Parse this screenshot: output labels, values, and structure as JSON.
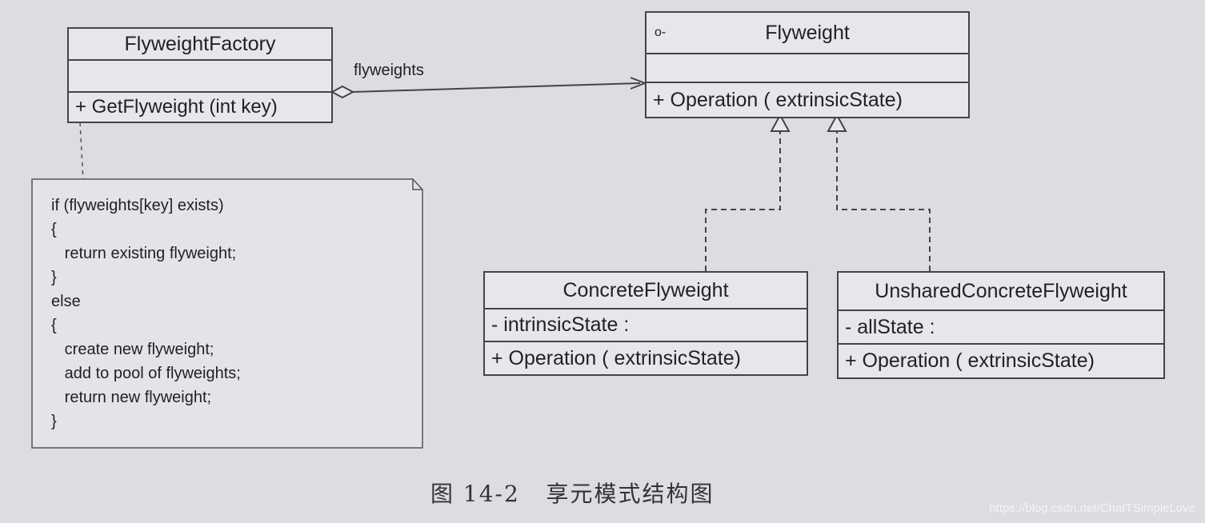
{
  "diagram": {
    "factory": {
      "name": "FlyweightFactory",
      "operation": "+  GetFlyweight (int key)"
    },
    "flyweight": {
      "marker": "o-",
      "name": "Flyweight",
      "operation": "+  Operation ( extrinsicState)"
    },
    "concrete": {
      "name": "ConcreteFlyweight",
      "attribute": "-  intrinsicState  :",
      "operation": "+  Operation ( extrinsicState)"
    },
    "unshared": {
      "name": "UnsharedConcreteFlyweight",
      "attribute": "-  allState  :",
      "operation": "+  Operation ( extrinsicState)"
    },
    "association_label": "flyweights",
    "note_lines": [
      "if (flyweights[key] exists)",
      "{",
      "   return existing flyweight;",
      "}",
      "else",
      "{",
      "   create new flyweight;",
      "   add to pool of flyweights;",
      "   return new flyweight;",
      "}"
    ]
  },
  "caption": "图 14-2   享元模式结构图",
  "watermark": "https://blog.csdn.net/ChaITSimpleLove"
}
